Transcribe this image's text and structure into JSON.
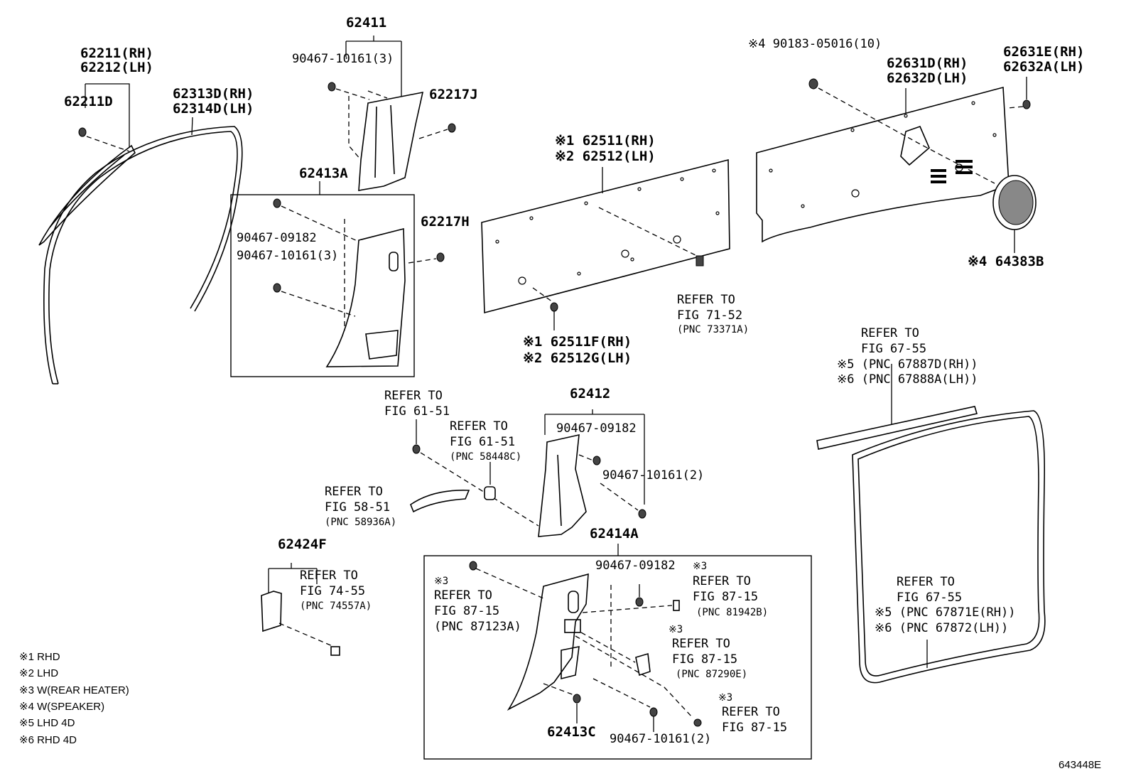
{
  "diagram_id": "643448E",
  "parts": {
    "p62211": [
      "62211(RH)",
      "62212(LH)"
    ],
    "p62211D": "62211D",
    "p62313": [
      "62313D(RH)",
      "62314D(LH)"
    ],
    "p62411": "62411",
    "p90467_10161_3_top": "90467-10161(3)",
    "p62217J": "62217J",
    "p62413A": "62413A",
    "p90467_09182_a": "90467-09182",
    "p90467_10161_3_b": "90467-10161(3)",
    "p62217H": "62217H",
    "p62511": [
      "※1 62511(RH)",
      "※2 62512(LH)"
    ],
    "p62511F": [
      "※1 62511F(RH)",
      "※2 62512G(LH)"
    ],
    "ref71_52": [
      "REFER TO",
      "FIG 71-52",
      "(PNC 73371A)"
    ],
    "p90183": "※4 90183-05016(10)",
    "p62631D": [
      "62631D(RH)",
      "62632D(LH)"
    ],
    "p62631E": [
      "62631E(RH)",
      "62632A(LH)"
    ],
    "p64383B": "※4 64383B",
    "ref67_55_top": [
      "REFER TO",
      "FIG 67-55",
      "※5 (PNC 67887D(RH))",
      "※6 (PNC 67888A(LH))"
    ],
    "ref61_51_a": [
      "REFER TO",
      "FIG 61-51"
    ],
    "ref61_51_b": [
      "REFER TO",
      "FIG 61-51",
      "(PNC 58448C)"
    ],
    "p62412": "62412",
    "p90467_09182_b": "90467-09182",
    "p90467_10161_2_a": "90467-10161(2)",
    "ref58_51": [
      "REFER TO",
      "FIG 58-51",
      "(PNC 58936A)"
    ],
    "p62414A": "62414A",
    "p62424F": "62424F",
    "ref74_55": [
      "REFER TO",
      "FIG 74-55",
      "(PNC 74557A)"
    ],
    "ref87_15_a": [
      "※3",
      "REFER TO",
      "FIG 87-15",
      "(PNC 87123A)"
    ],
    "p90467_09182_c": "90467-09182",
    "ref87_15_b": [
      "※3",
      "REFER TO",
      "FIG 87-15",
      "(PNC 81942B)"
    ],
    "ref87_15_c": [
      "※3",
      "REFER TO",
      "FIG 87-15",
      "(PNC 87290E)"
    ],
    "ref87_15_d": [
      "※3",
      "REFER TO",
      "FIG 87-15"
    ],
    "p62413C": "62413C",
    "p90467_10161_2_b": "90467-10161(2)",
    "ref67_55_bot": [
      "REFER TO",
      "FIG 67-55",
      "※5 (PNC 67871E(RH))",
      "※6 (PNC 67872(LH))"
    ]
  },
  "legend": [
    "※1 RHD",
    "※2 LHD",
    "※3 W(REAR HEATER)",
    "※4 W(SPEAKER)",
    "※5 LHD 4D",
    "※6 RHD 4D"
  ]
}
